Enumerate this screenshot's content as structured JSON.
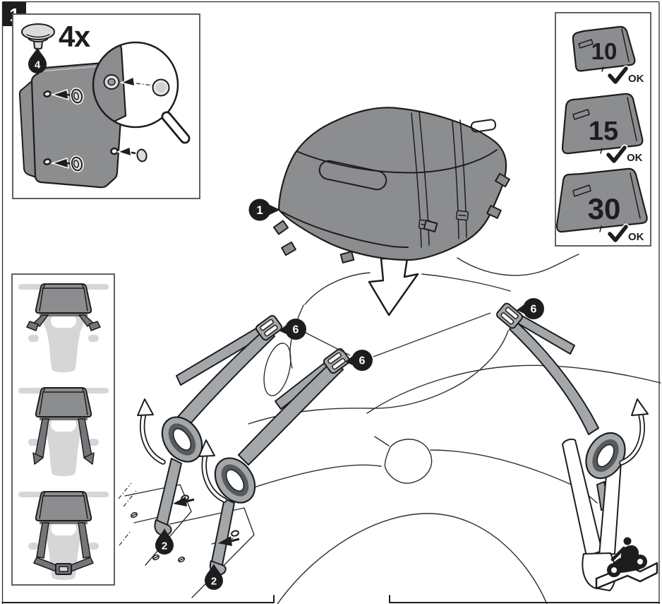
{
  "page": {
    "step_number": "1"
  },
  "colors": {
    "paper": "#ffffff",
    "line": "#2e2e30",
    "ink": "#1d1d1f",
    "bag": "#8b8d8f",
    "strap": "#a4a7aa",
    "lightgray": "#d5d6d7",
    "darkstrap": "#747679",
    "panelborder": "#4c5054",
    "plug": "#dadbdc"
  },
  "hardware_inset": {
    "quantity_label": "4x",
    "part_callout": "4",
    "icons": [
      "push-plug-icon",
      "magnifier-icon",
      "insert-arrow-icon"
    ]
  },
  "size_chart": {
    "items": [
      {
        "size": "10",
        "status": "OK"
      },
      {
        "size": "15",
        "status": "OK"
      },
      {
        "size": "30",
        "status": "OK"
      }
    ],
    "check_icon": "check-ok-icon"
  },
  "main_diagram": {
    "bag_callout": "1",
    "buckle_callouts": [
      "6",
      "6",
      "6"
    ],
    "strap_end_callouts": [
      "2",
      "2"
    ],
    "icons": [
      "down-arrow-icon",
      "rotate-arrow-icon",
      "motorcycle-rider-icon",
      "ramp-platform-icon"
    ]
  },
  "overview_panel": {
    "views": [
      "straps-spread-out",
      "straps-hanging-down",
      "straps-buckled-under-tail"
    ]
  }
}
